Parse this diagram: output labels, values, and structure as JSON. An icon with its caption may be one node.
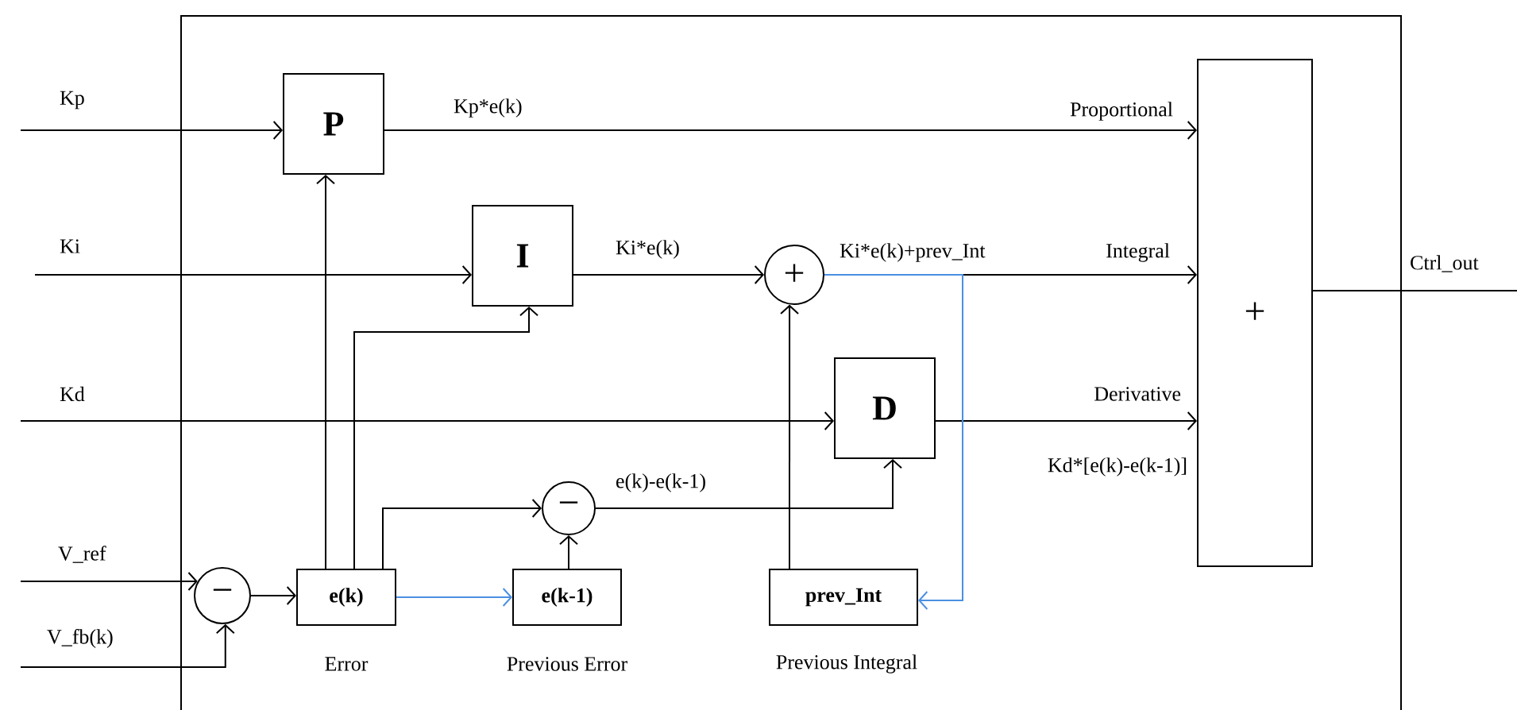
{
  "diagram": {
    "nodes": [
      {
        "text": [
          "P"
        ]
      },
      {
        "text": [
          "I"
        ]
      },
      {
        "text": [
          "D"
        ]
      },
      {
        "text": [
          "+"
        ]
      },
      {
        "text": [
          "+"
        ]
      },
      {
        "text": [
          "−"
        ]
      },
      {
        "text": [
          "e(k)"
        ],
        "beside": [
          "Error"
        ]
      },
      {
        "text": [
          "−"
        ]
      },
      {
        "text": [
          "e(k-1)"
        ],
        "beside": [
          "Previous Error"
        ]
      },
      {
        "text": [
          "prev_Int"
        ],
        "beside": [
          "Previous Integral"
        ]
      }
    ],
    "edges": [
      {
        "from": null,
        "to": 0,
        "arrow": "to",
        "label": "Kp"
      },
      {
        "from": null,
        "to": 1,
        "arrow": "to",
        "label": "Ki"
      },
      {
        "from": null,
        "to": 2,
        "arrow": "to",
        "label": "Kd"
      },
      {
        "from": null,
        "to": 5,
        "arrow": "to",
        "label": "V_ref"
      },
      {
        "from": null,
        "to": 5,
        "arrow": "to",
        "label": "V_fb(k)"
      },
      {
        "from": 5,
        "to": 6,
        "arrow": "to"
      },
      {
        "from": 6,
        "to": 0,
        "arrow": "to"
      },
      {
        "from": 6,
        "to": 1,
        "arrow": "to"
      },
      {
        "from": 6,
        "to": 7,
        "arrow": "to"
      },
      {
        "from": 6,
        "to": 8,
        "arrow": "to",
        "color": "#4a90e2"
      },
      {
        "from": 8,
        "to": 7,
        "arrow": "to"
      },
      {
        "from": 7,
        "to": 2,
        "arrow": "to",
        "label": "e(k)-e(k-1)"
      },
      {
        "from": 1,
        "to": 3,
        "arrow": "to",
        "label": "Ki*e(k)"
      },
      {
        "from": 9,
        "to": 3,
        "arrow": "to"
      },
      {
        "from": 0,
        "to": 4,
        "arrow": "to",
        "label": "Proportional"
      },
      {
        "from": 3,
        "to": 4,
        "arrow": "to",
        "label": "Integral"
      },
      {
        "from": 2,
        "to": 4,
        "arrow": "to",
        "label": "Derivative"
      },
      {
        "from": 3,
        "to": 9,
        "arrow": "to",
        "color": "#4a90e2"
      },
      {
        "from": 4,
        "to": null,
        "arrow": "none",
        "label": "Ctrl_out"
      }
    ],
    "labels": [
      "Kp*e(k)",
      "Ki*e(k)+prev_Int",
      "Kd*[e(k)-e(k-1)]"
    ]
  }
}
